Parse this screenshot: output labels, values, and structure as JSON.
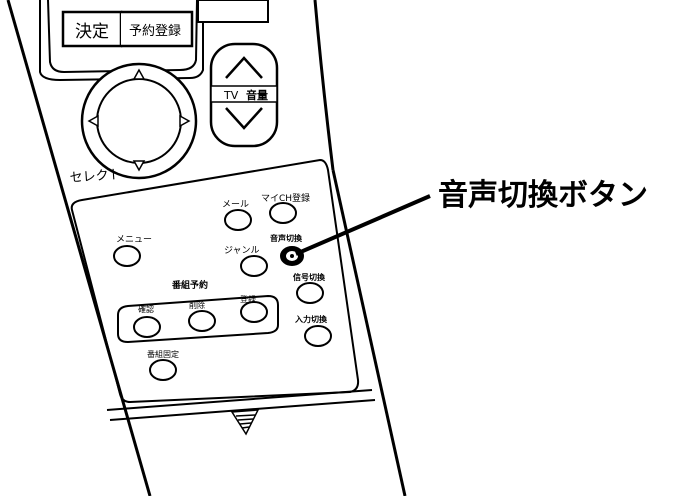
{
  "top_buttons": {
    "decide": "決定",
    "reserve": "予約登録"
  },
  "volume": {
    "tv_label": "TV",
    "volume_label": "音量"
  },
  "dpad": {
    "select_label": "セレクト"
  },
  "panel_buttons": {
    "menu": "メニュー",
    "mail": "メール",
    "mych": "マイCH登録",
    "genre": "ジャンル",
    "audio_switch": "音声切換",
    "signal_switch": "信号切換",
    "program_reserve": "番組予約",
    "confirm": "確認",
    "delete": "削除",
    "register": "登録",
    "input_switch": "入力切換",
    "program_fixed": "番組固定"
  },
  "callout": {
    "label": "音声切換ボタン"
  },
  "colors": {
    "ink": "#000000",
    "paper": "#ffffff"
  }
}
